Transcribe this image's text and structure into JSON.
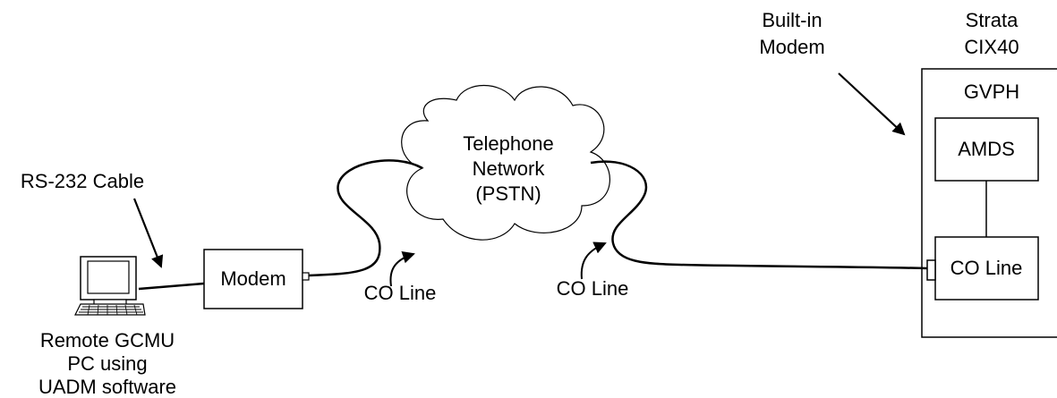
{
  "labels": {
    "built_in_modem_line1": "Built-in",
    "built_in_modem_line2": "Modem",
    "strata_line1": "Strata",
    "strata_line2": "CIX40",
    "gvph": "GVPH",
    "amds": "AMDS",
    "co_line_box": "CO Line",
    "telephone_line1": "Telephone",
    "telephone_line2": "Network",
    "telephone_line3": "(PSTN)",
    "rs232": "RS-232 Cable",
    "modem": "Modem",
    "co_line_left": "CO Line",
    "co_line_right": "CO Line",
    "remote_line1": "Remote GCMU",
    "remote_line2": "PC using",
    "remote_line3": "UADM software"
  },
  "colors": {
    "stroke": "#000000",
    "background": "#ffffff"
  }
}
